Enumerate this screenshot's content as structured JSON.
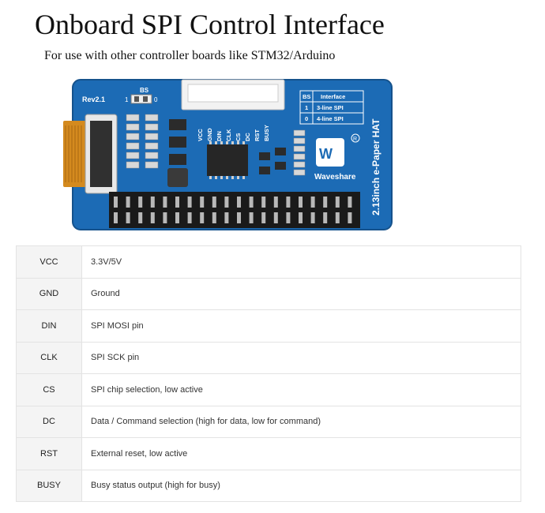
{
  "header": {
    "title": "Onboard SPI Control Interface",
    "subtitle": "For use with other controller boards like STM32/Arduino"
  },
  "board": {
    "rev": "Rev2.1",
    "bs_label": "BS",
    "bs_one": "1",
    "bs_zero": "0",
    "bs_table": {
      "col1": "BS",
      "col2": "Interface",
      "rows": [
        {
          "bs": "1",
          "iface": "3-line SPI"
        },
        {
          "bs": "0",
          "iface": "4-line SPI"
        }
      ]
    },
    "pins": [
      "VCC",
      "GND",
      "DIN",
      "CLK",
      "CS",
      "DC",
      "RST",
      "BUSY"
    ],
    "brand": "Waveshare",
    "product": "2.13inch e-Paper HAT",
    "colors": {
      "pcb": "#1c6bb5",
      "pcb_dark": "#15528c",
      "silk": "#ffffff",
      "connector": "#f2f2f2",
      "header": "#1a1a1a",
      "fpc": "#d48a1e"
    }
  },
  "pin_table": [
    {
      "name": "VCC",
      "desc": "3.3V/5V"
    },
    {
      "name": "GND",
      "desc": "Ground"
    },
    {
      "name": "DIN",
      "desc": "SPI MOSI pin"
    },
    {
      "name": "CLK",
      "desc": "SPI SCK pin"
    },
    {
      "name": "CS",
      "desc": "SPI chip selection, low active"
    },
    {
      "name": "DC",
      "desc": "Data / Command selection (high for data, low for command)"
    },
    {
      "name": "RST",
      "desc": "External reset, low active"
    },
    {
      "name": "BUSY",
      "desc": "Busy status output (high for busy)"
    }
  ]
}
